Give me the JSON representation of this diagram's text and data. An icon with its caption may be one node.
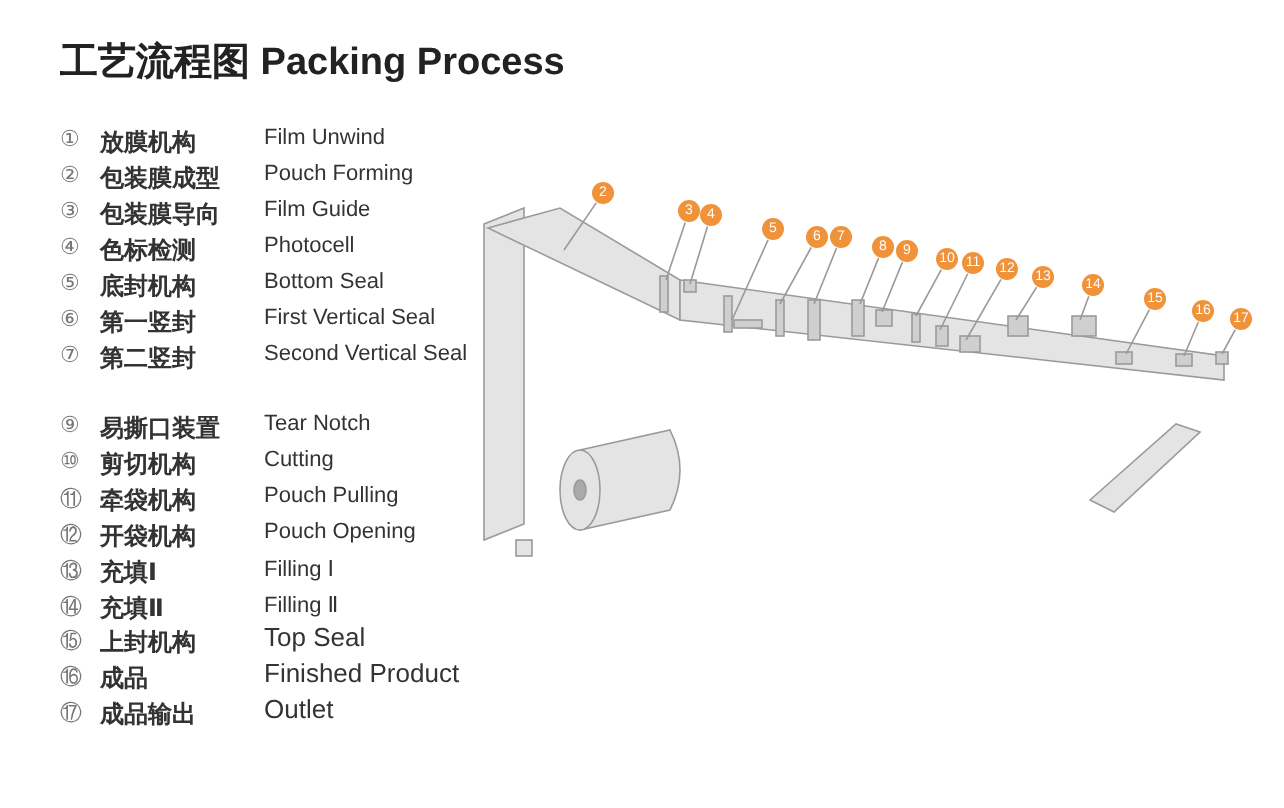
{
  "diagram": {
    "title": "工艺流程图 Packing Process",
    "nodes": [
      {
        "text": [
          "2"
        ]
      },
      {
        "text": [
          "3"
        ]
      },
      {
        "text": [
          "4"
        ]
      },
      {
        "text": [
          "5"
        ]
      },
      {
        "text": [
          "6"
        ]
      },
      {
        "text": [
          "7"
        ]
      },
      {
        "text": [
          "8"
        ]
      },
      {
        "text": [
          "9"
        ]
      },
      {
        "text": [
          "10"
        ]
      },
      {
        "text": [
          "11"
        ]
      },
      {
        "text": [
          "12"
        ]
      },
      {
        "text": [
          "13"
        ]
      },
      {
        "text": [
          "14"
        ]
      },
      {
        "text": [
          "15"
        ]
      },
      {
        "text": [
          "16"
        ]
      },
      {
        "text": [
          "17"
        ]
      }
    ],
    "edges": [
      {
        "from": 0,
        "to": null,
        "arrow": "none"
      },
      {
        "from": 1,
        "to": null,
        "arrow": "none"
      },
      {
        "from": 2,
        "to": null,
        "arrow": "none"
      },
      {
        "from": 3,
        "to": null,
        "arrow": "none"
      },
      {
        "from": 4,
        "to": null,
        "arrow": "none"
      },
      {
        "from": 5,
        "to": null,
        "arrow": "none"
      },
      {
        "from": 6,
        "to": null,
        "arrow": "none"
      },
      {
        "from": 7,
        "to": null,
        "arrow": "none"
      },
      {
        "from": 8,
        "to": null,
        "arrow": "none"
      },
      {
        "from": 9,
        "to": null,
        "arrow": "none"
      },
      {
        "from": 10,
        "to": null,
        "arrow": "none"
      },
      {
        "from": 11,
        "to": null,
        "arrow": "none"
      },
      {
        "from": 12,
        "to": null,
        "arrow": "none"
      },
      {
        "from": 13,
        "to": null,
        "arrow": "none"
      },
      {
        "from": 14,
        "to": null,
        "arrow": "none"
      },
      {
        "from": 15,
        "to": null,
        "arrow": "none"
      }
    ],
    "labels": [
      "①",
      "放膜机构",
      "Film Unwind",
      "②",
      "包装膜成型",
      "Pouch Forming",
      "③",
      "包装膜导向",
      "Film Guide",
      "④",
      "色标检测",
      "Photocell",
      "⑤",
      "底封机构",
      "Bottom Seal",
      "⑥",
      "第一竖封",
      "First Vertical Seal",
      "⑦",
      "第二竖封",
      "Second Vertical Seal",
      "⑨",
      "易撕口装置",
      "Tear Notch",
      "⑩",
      "剪切机构",
      "Cutting",
      "⑪",
      "牵袋机构",
      "Pouch Pulling",
      "⑫",
      "开袋机构",
      "Pouch Opening",
      "⑬",
      "充填Ⅰ",
      "Filling Ⅰ",
      "⑭",
      "充填Ⅱ",
      "Filling Ⅱ",
      "⑮",
      "上封机构",
      "Top Seal",
      "⑯",
      "成品",
      "Finished Product",
      "⑰",
      "成品输出",
      "Outlet"
    ]
  }
}
